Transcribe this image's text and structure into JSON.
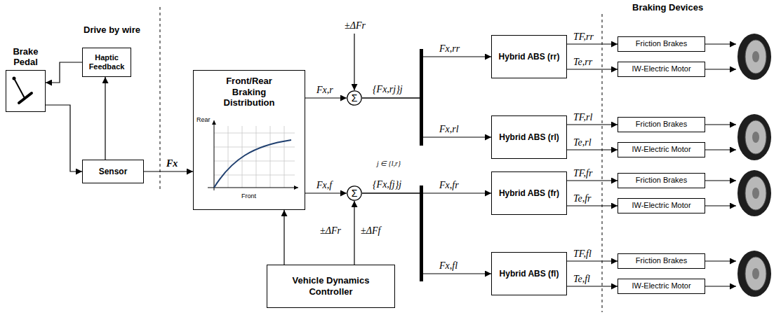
{
  "diagram": {
    "nodes": [
      {
        "text": [
          "Brake Pedal"
        ]
      },
      {
        "text": [
          "Haptic Feedback"
        ]
      },
      {
        "text": [
          "Sensor"
        ]
      },
      {
        "text": [
          "Front/Rear Braking Distribution"
        ]
      },
      {
        "text": [
          "Σ"
        ]
      },
      {
        "text": [
          "Σ"
        ]
      },
      {
        "text": [
          "Vehicle Dynamics Controller"
        ]
      },
      {
        "text": [
          "Hybrid ABS (rr)"
        ]
      },
      {
        "text": [
          "Friction Brakes"
        ]
      },
      {
        "text": [
          "IW-Electric Motor"
        ]
      },
      {
        "text": [
          "Hybrid ABS (rl)"
        ]
      },
      {
        "text": [
          "Friction Brakes"
        ]
      },
      {
        "text": [
          "IW-Electric Motor"
        ]
      },
      {
        "text": [
          "Hybrid ABS (fr)"
        ]
      },
      {
        "text": [
          "Friction Brakes"
        ]
      },
      {
        "text": [
          "IW-Electric Motor"
        ]
      },
      {
        "text": [
          "Hybrid ABS (fl)"
        ]
      },
      {
        "text": [
          "Friction Brakes"
        ]
      },
      {
        "text": [
          "IW-Electric Motor"
        ]
      }
    ],
    "edges": [
      {
        "from": 0,
        "to": 2,
        "arrow": "to"
      },
      {
        "from": 2,
        "to": 1,
        "arrow": "to"
      },
      {
        "from": 1,
        "to": 0,
        "arrow": "to"
      },
      {
        "from": 2,
        "to": 3,
        "label": "Fx",
        "arrow": "to"
      },
      {
        "from": 3,
        "to": 4,
        "label": "Fx,r",
        "arrow": "to"
      },
      {
        "from": 3,
        "to": 5,
        "label": "Fx,f",
        "arrow": "to"
      },
      {
        "from": 6,
        "to": 3,
        "arrow": "to"
      },
      {
        "from": 6,
        "to": 5,
        "label": "±ΔFf",
        "arrow": "to"
      },
      {
        "from": 4,
        "to": 7,
        "label": "Fx,rr",
        "arrow": "to"
      },
      {
        "from": 4,
        "to": 10,
        "label": "Fx,rl",
        "arrow": "to"
      },
      {
        "from": 5,
        "to": 13,
        "label": "Fx,fr",
        "arrow": "to"
      },
      {
        "from": 5,
        "to": 16,
        "label": "Fx,fl",
        "arrow": "to"
      },
      {
        "from": 7,
        "to": 8,
        "label": "TF,rr",
        "arrow": "to"
      },
      {
        "from": 7,
        "to": 9,
        "label": "Te,rr",
        "arrow": "to"
      },
      {
        "from": 10,
        "to": 11,
        "label": "TF,rl",
        "arrow": "to"
      },
      {
        "from": 10,
        "to": 12,
        "label": "Te,rl",
        "arrow": "to"
      },
      {
        "from": 13,
        "to": 14,
        "label": "TF,fr",
        "arrow": "to"
      },
      {
        "from": 13,
        "to": 15,
        "label": "Te,fr",
        "arrow": "to"
      },
      {
        "from": 16,
        "to": 17,
        "label": "TF,fl",
        "arrow": "to"
      },
      {
        "from": 16,
        "to": 18,
        "label": "Te,fl",
        "arrow": "to"
      }
    ],
    "labels": [
      "Drive by wire",
      "Braking Devices",
      "Rear",
      "Front",
      "±ΔFr",
      "{Fx,rj}j",
      "j ∈ {l,r}",
      "{Fx,fj}j",
      "±ΔFr"
    ]
  }
}
